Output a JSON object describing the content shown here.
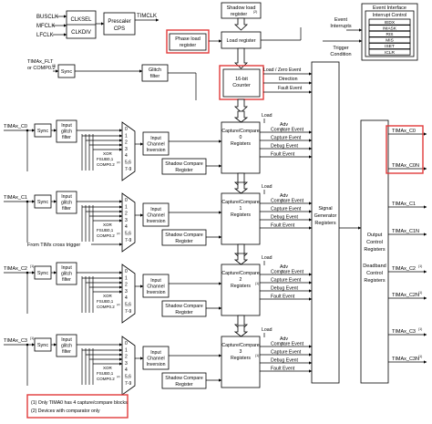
{
  "clock": {
    "inputs": [
      "BUSCLK",
      "MFCLK",
      "LFCLK"
    ],
    "clksel": "CLKSEL",
    "clkdiv": "CLKDIV",
    "prescaler": "Prescaler",
    "prescaler_sub": "CPS",
    "timclk": "TIMCLK"
  },
  "shadow_load": "Shadow load",
  "shadow_load_2": "register",
  "shadow_load_sup": "(2)",
  "phase_load": [
    "Phase load",
    "register"
  ],
  "load_register": "Load register",
  "event_interface": {
    "title": "Event Interface",
    "subtitle": "Interrupt Control",
    "rows": [
      "IEDX",
      "IMASK",
      "RIS",
      "MIS",
      "ISET",
      "ICLR"
    ]
  },
  "event_interrupts": [
    "Event",
    "Interrupts"
  ],
  "trigger_condition": [
    "Trigger",
    "Condition"
  ],
  "timax_flt": [
    "TIMAx_FLT",
    "or COMP0.2"
  ],
  "timax_flt_sup": "(2)",
  "sync": "Sync",
  "glitch_filter": [
    "Glitch",
    "filter"
  ],
  "counter": [
    "16-bit",
    "Counter"
  ],
  "counter_signals": [
    "Load / Zero Event",
    "Direction",
    "Fault Event"
  ],
  "signal_gen": [
    "Signal",
    "Generator",
    "Registers"
  ],
  "output_control": [
    "Output",
    "Control",
    "Registers"
  ],
  "deadband_control": [
    "Deadband",
    "Control",
    "Registers"
  ],
  "channels": [
    {
      "input": "TIMAx_C0",
      "sup": "",
      "ccr": [
        "Capture/Compare",
        "0",
        "Registers"
      ],
      "ccr_sup": ""
    },
    {
      "input": "TIMAx_C1",
      "sup": "",
      "ccr": [
        "Capture/Compare",
        "1",
        "Registers"
      ],
      "ccr_sup": ""
    },
    {
      "input": "TIMAx_C2",
      "sup": "(1)",
      "ccr": [
        "Capture/Compare",
        "2",
        "Registers"
      ],
      "ccr_sup": "(1)"
    },
    {
      "input": "TIMAx_C3",
      "sup": "(1)",
      "ccr": [
        "Capture/Compare",
        "3",
        "Registers"
      ],
      "ccr_sup": "(1)"
    }
  ],
  "input_glitch": [
    "Input",
    "glitch",
    "filter"
  ],
  "mux_labels": [
    "0",
    "1",
    "2",
    "3",
    "4",
    "5,6",
    "7-9"
  ],
  "xor_labels": [
    "XOR",
    "FSUB0,1",
    "COMP0.2"
  ],
  "xor_sup": "(2)",
  "input_channel_inversion": [
    "Input",
    "Channel",
    "Inversion"
  ],
  "shadow_compare": [
    "Shadow Compare",
    "Register"
  ],
  "load_adv": [
    "Load",
    "Adv"
  ],
  "cc_events": [
    "Compare Event",
    "Capture Event",
    "Debug Event",
    "Fault Event"
  ],
  "cross_trigger": "From TIMx cross trigger",
  "outputs": [
    {
      "label": "TIMAx_C0",
      "sup": ""
    },
    {
      "label": "TIMAx_C0N",
      "sup": ""
    },
    {
      "label": "TIMAx_C1",
      "sup": ""
    },
    {
      "label": "TIMAx_C1N",
      "sup": ""
    },
    {
      "label": "TIMAx_C2",
      "sup": "(1)"
    },
    {
      "label": "TIMAx_C2N",
      "sup": "(1)"
    },
    {
      "label": "TIMAx_C3",
      "sup": "(1)"
    },
    {
      "label": "TIMAx_C3N",
      "sup": "(1)"
    }
  ],
  "footnotes": [
    "(1) Only TIMA0 has 4 capture/compare blocks",
    "(2) Devices with comparator only"
  ],
  "colors": {
    "highlight": "#e03a3a",
    "line": "#000000",
    "fill": "#ffffff"
  }
}
